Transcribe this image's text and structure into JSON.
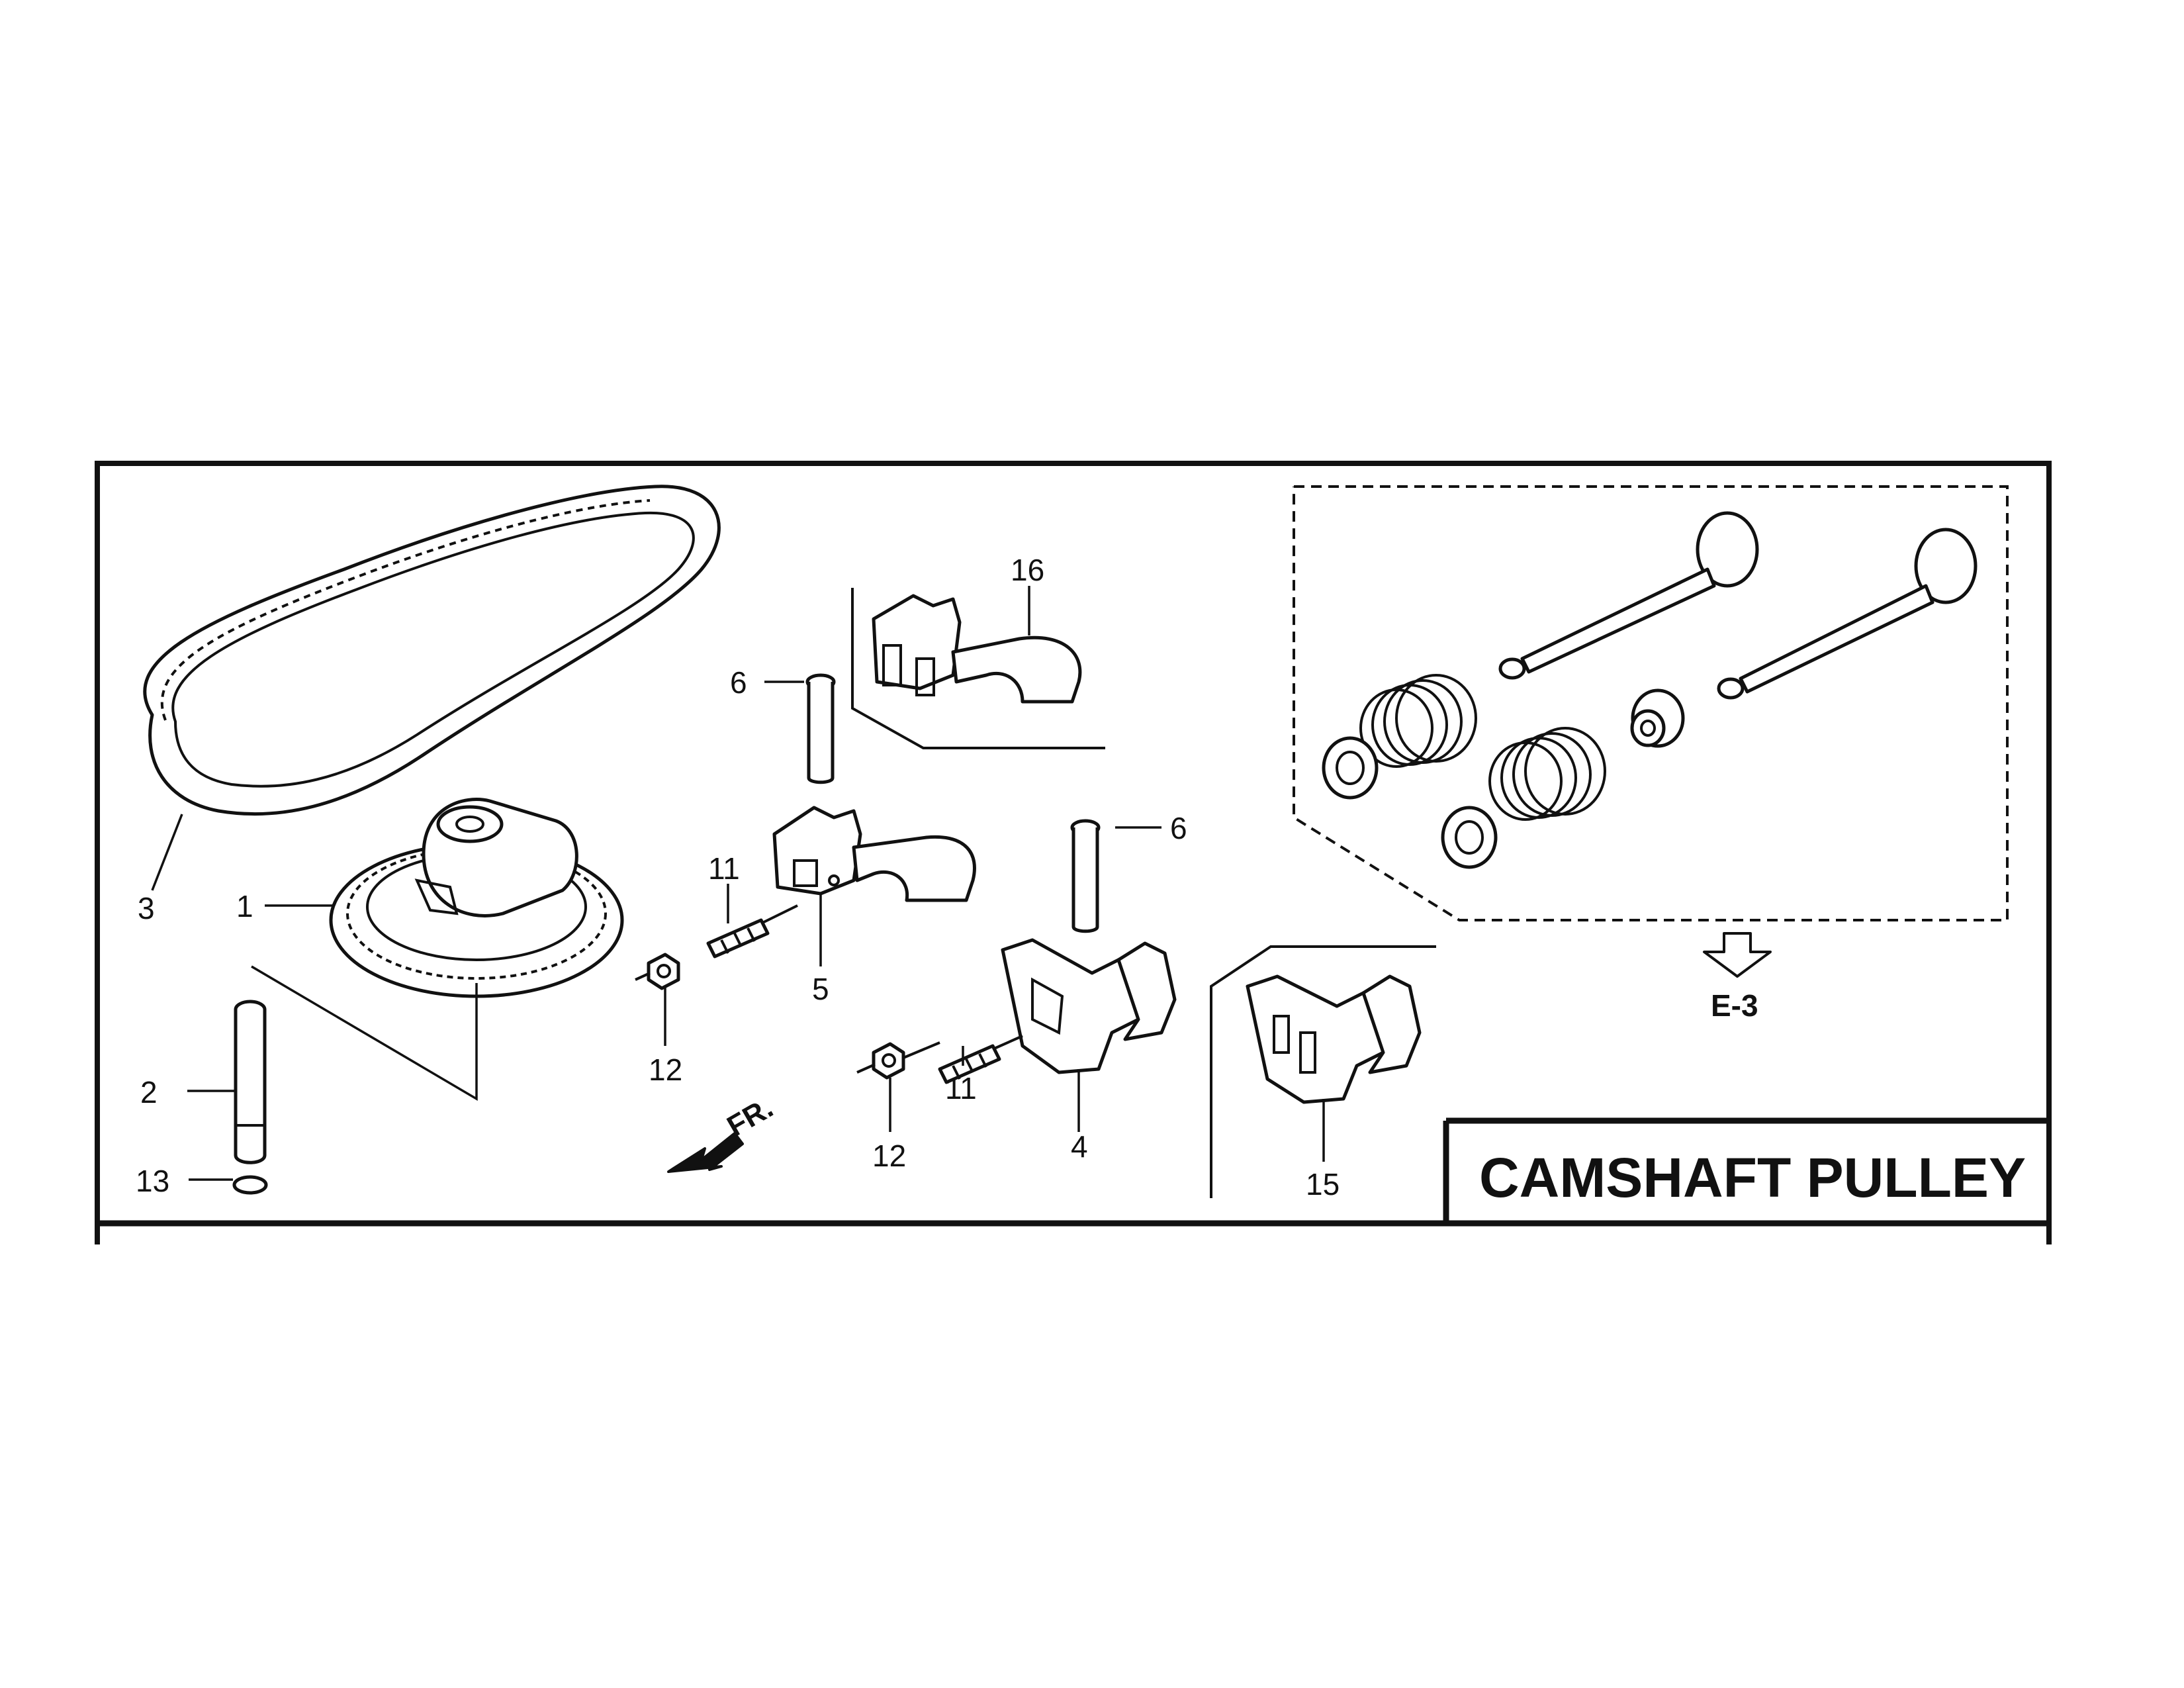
{
  "title": "CAMSHAFT PULLEY",
  "reference": {
    "label": "E-3",
    "icon": "down-arrow-icon"
  },
  "front_indicator": {
    "label": "FR.",
    "icon": "front-arrow-icon"
  },
  "parts": {
    "p1": "1",
    "p2": "2",
    "p3": "3",
    "p4": "4",
    "p5": "5",
    "p6a": "6",
    "p6b": "6",
    "p11a": "11",
    "p11b": "11",
    "p12a": "12",
    "p12b": "12",
    "p13": "13",
    "p15": "15",
    "p16": "16"
  }
}
